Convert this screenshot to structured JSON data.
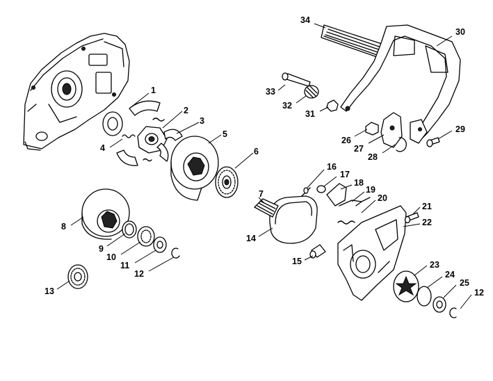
{
  "callouts": [
    {
      "id": "1",
      "label": "1"
    },
    {
      "id": "2",
      "label": "2"
    },
    {
      "id": "3",
      "label": "3"
    },
    {
      "id": "4",
      "label": "4"
    },
    {
      "id": "5",
      "label": "5"
    },
    {
      "id": "6",
      "label": "6"
    },
    {
      "id": "7",
      "label": "7"
    },
    {
      "id": "8",
      "label": "8"
    },
    {
      "id": "9",
      "label": "9"
    },
    {
      "id": "10",
      "label": "10"
    },
    {
      "id": "11",
      "label": "11"
    },
    {
      "id": "12a",
      "label": "12"
    },
    {
      "id": "12b",
      "label": "12"
    },
    {
      "id": "13",
      "label": "13"
    },
    {
      "id": "14",
      "label": "14"
    },
    {
      "id": "15",
      "label": "15"
    },
    {
      "id": "16",
      "label": "16"
    },
    {
      "id": "17",
      "label": "17"
    },
    {
      "id": "18",
      "label": "18"
    },
    {
      "id": "19",
      "label": "19"
    },
    {
      "id": "20",
      "label": "20"
    },
    {
      "id": "21",
      "label": "21"
    },
    {
      "id": "22",
      "label": "22"
    },
    {
      "id": "23",
      "label": "23"
    },
    {
      "id": "24",
      "label": "24"
    },
    {
      "id": "25",
      "label": "25"
    },
    {
      "id": "26",
      "label": "26"
    },
    {
      "id": "27",
      "label": "27"
    },
    {
      "id": "28",
      "label": "28"
    },
    {
      "id": "29",
      "label": "29"
    },
    {
      "id": "30",
      "label": "30"
    },
    {
      "id": "31",
      "label": "31"
    },
    {
      "id": "32",
      "label": "32"
    },
    {
      "id": "33",
      "label": "33"
    },
    {
      "id": "34",
      "label": "34"
    }
  ]
}
